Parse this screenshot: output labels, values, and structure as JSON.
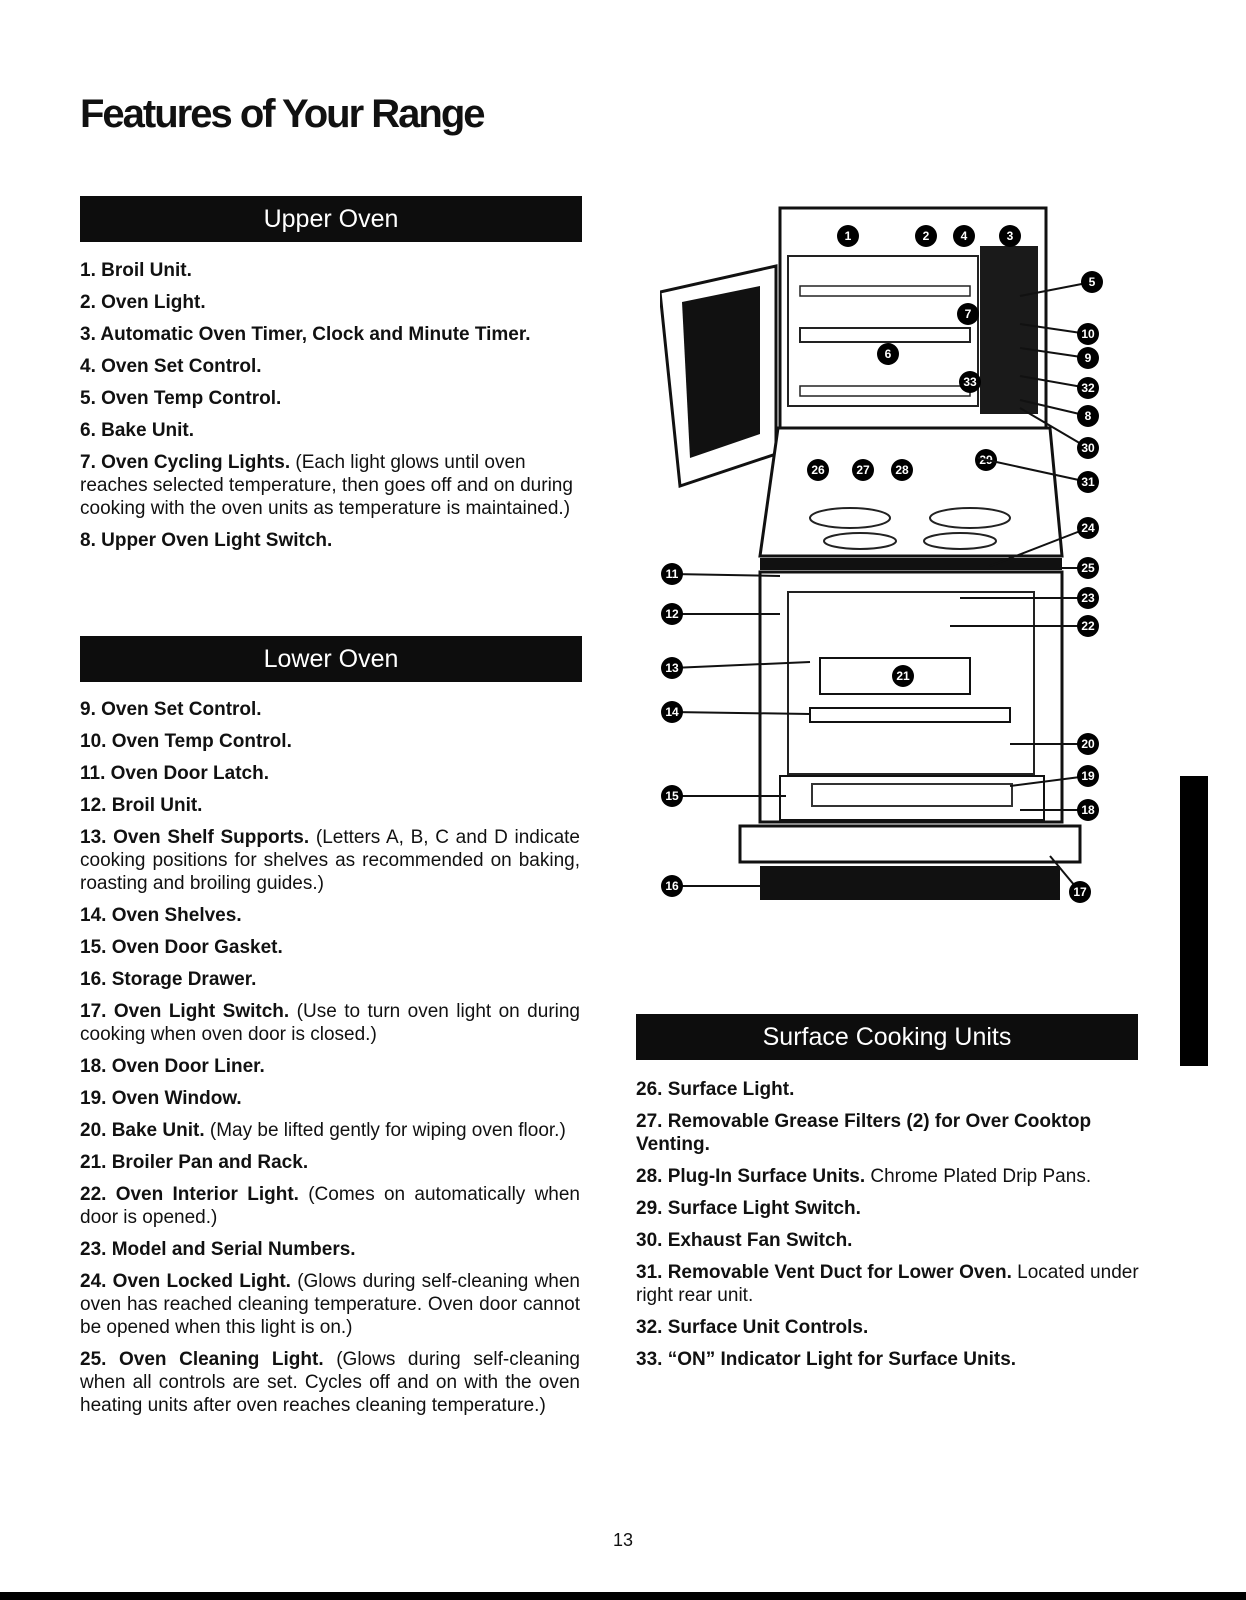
{
  "title": "Features of Your Range",
  "sections": {
    "upper": {
      "heading": "Upper Oven",
      "items": [
        {
          "t": "1. Broil Unit.",
          "d": ""
        },
        {
          "t": "2. Oven Light.",
          "d": ""
        },
        {
          "t": "3. Automatic Oven Timer, Clock and Minute Timer.",
          "d": ""
        },
        {
          "t": "4. Oven Set Control.",
          "d": ""
        },
        {
          "t": "5. Oven Temp Control.",
          "d": ""
        },
        {
          "t": "6. Bake Unit.",
          "d": ""
        },
        {
          "t": "7. Oven Cycling Lights.",
          "d": " (Each light glows until oven reaches selected temperature, then goes off and on during cooking with the oven units as temperature is maintained.)"
        },
        {
          "t": "8. Upper Oven Light Switch.",
          "d": ""
        }
      ]
    },
    "lower": {
      "heading": "Lower Oven",
      "items": [
        {
          "t": "9. Oven Set Control.",
          "d": ""
        },
        {
          "t": "10. Oven Temp Control.",
          "d": ""
        },
        {
          "t": "11. Oven Door Latch.",
          "d": ""
        },
        {
          "t": "12. Broil Unit.",
          "d": ""
        },
        {
          "t": "13. Oven Shelf Supports.",
          "d": " (Letters A, B, C and D indicate cooking positions for shelves as recommended on baking, roasting and broiling guides.)"
        },
        {
          "t": "14. Oven Shelves.",
          "d": ""
        },
        {
          "t": "15. Oven Door Gasket.",
          "d": ""
        },
        {
          "t": "16. Storage Drawer.",
          "d": ""
        },
        {
          "t": "17. Oven Light Switch.",
          "d": " (Use to turn oven light on during cooking when oven door is closed.)"
        },
        {
          "t": "18. Oven Door Liner.",
          "d": ""
        },
        {
          "t": "19. Oven Window.",
          "d": ""
        },
        {
          "t": "20. Bake Unit.",
          "d": " (May be lifted gently for wiping oven floor.)"
        },
        {
          "t": "21. Broiler Pan and Rack.",
          "d": ""
        },
        {
          "t": "22. Oven Interior Light.",
          "d": " (Comes on automatically when door is opened.)"
        },
        {
          "t": "23. Model and Serial Numbers.",
          "d": ""
        },
        {
          "t": "24. Oven Locked Light.",
          "d": " (Glows during self-cleaning when oven has reached cleaning temperature. Oven door cannot be opened when this light is on.)"
        },
        {
          "t": "25. Oven Cleaning Light.",
          "d": " (Glows during self-cleaning when all controls are set. Cycles off and on with the oven heating units after oven reaches cleaning temperature.)"
        }
      ]
    },
    "surface": {
      "heading": "Surface Cooking Units",
      "items": [
        {
          "t": "26. Surface Light.",
          "d": ""
        },
        {
          "t": "27. Removable Grease Filters (2) for Over Cooktop Venting.",
          "d": ""
        },
        {
          "t": "28. Plug-In Surface Units.",
          "d": " Chrome Plated Drip Pans."
        },
        {
          "t": "29. Surface Light Switch.",
          "d": ""
        },
        {
          "t": "30. Exhaust Fan Switch.",
          "d": ""
        },
        {
          "t": "31. Removable Vent Duct for Lower Oven.",
          "d": " Located under right rear unit."
        },
        {
          "t": "32. Surface Unit Controls.",
          "d": ""
        },
        {
          "t": "33. “ON” Indicator Light for Surface Units.",
          "d": ""
        }
      ]
    }
  },
  "diagram": {
    "callouts": [
      "1",
      "2",
      "4",
      "3",
      "5",
      "7",
      "10",
      "9",
      "6",
      "33",
      "32",
      "8",
      "30",
      "26",
      "27",
      "28",
      "29",
      "31",
      "24",
      "11",
      "25",
      "12",
      "23",
      "22",
      "13",
      "21",
      "14",
      "20",
      "15",
      "19",
      "18",
      "16",
      "17"
    ]
  },
  "page_number": "13"
}
